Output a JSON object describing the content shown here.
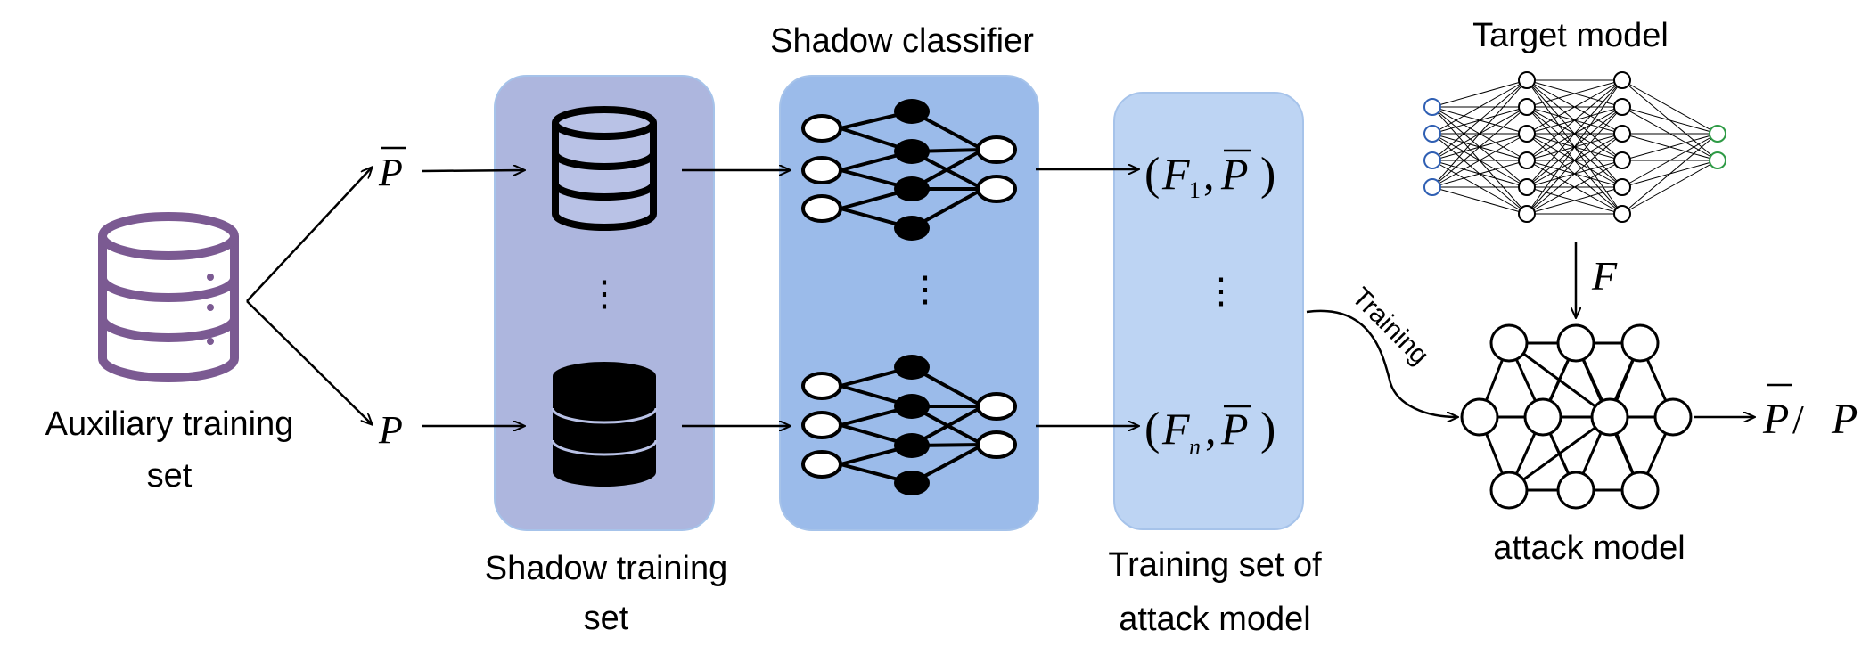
{
  "labels": {
    "auxiliary_line1": "Auxiliary training",
    "auxiliary_line2": "set",
    "shadow_training_line1": "Shadow training",
    "shadow_training_line2": "set",
    "shadow_classifier": "Shadow classifier",
    "training_set_line1": "Training set of",
    "training_set_line2": "attack model",
    "target_model": "Target model",
    "attack_model": "attack model",
    "training_arrow": "Training",
    "ellipsis": "⋮"
  },
  "math": {
    "p_bar": "P",
    "p": "P",
    "f": "F",
    "f1_pair": {
      "open": "(",
      "F": "F",
      "sub": "1",
      "comma": ",",
      "P": "P",
      "close": ")"
    },
    "fn_pair": {
      "open": "(",
      "F": "F",
      "sub": "n",
      "comma": ",",
      "P": "P",
      "close": ")"
    },
    "output": {
      "P_bar": "P",
      "slash": " / ",
      "P": "P"
    }
  },
  "colors": {
    "auxiliary_db": "#7b5a92",
    "shadow_training_panel": "#adb6de",
    "shadow_classifier_panel": "#9bbbea",
    "training_set_panel": "#bdd4f3",
    "target_input_nodes": "#2f5fb3",
    "target_output_nodes": "#2e9a45",
    "database_top_fill": "#b9c2e6",
    "database_bottom_fill": "#000000"
  }
}
